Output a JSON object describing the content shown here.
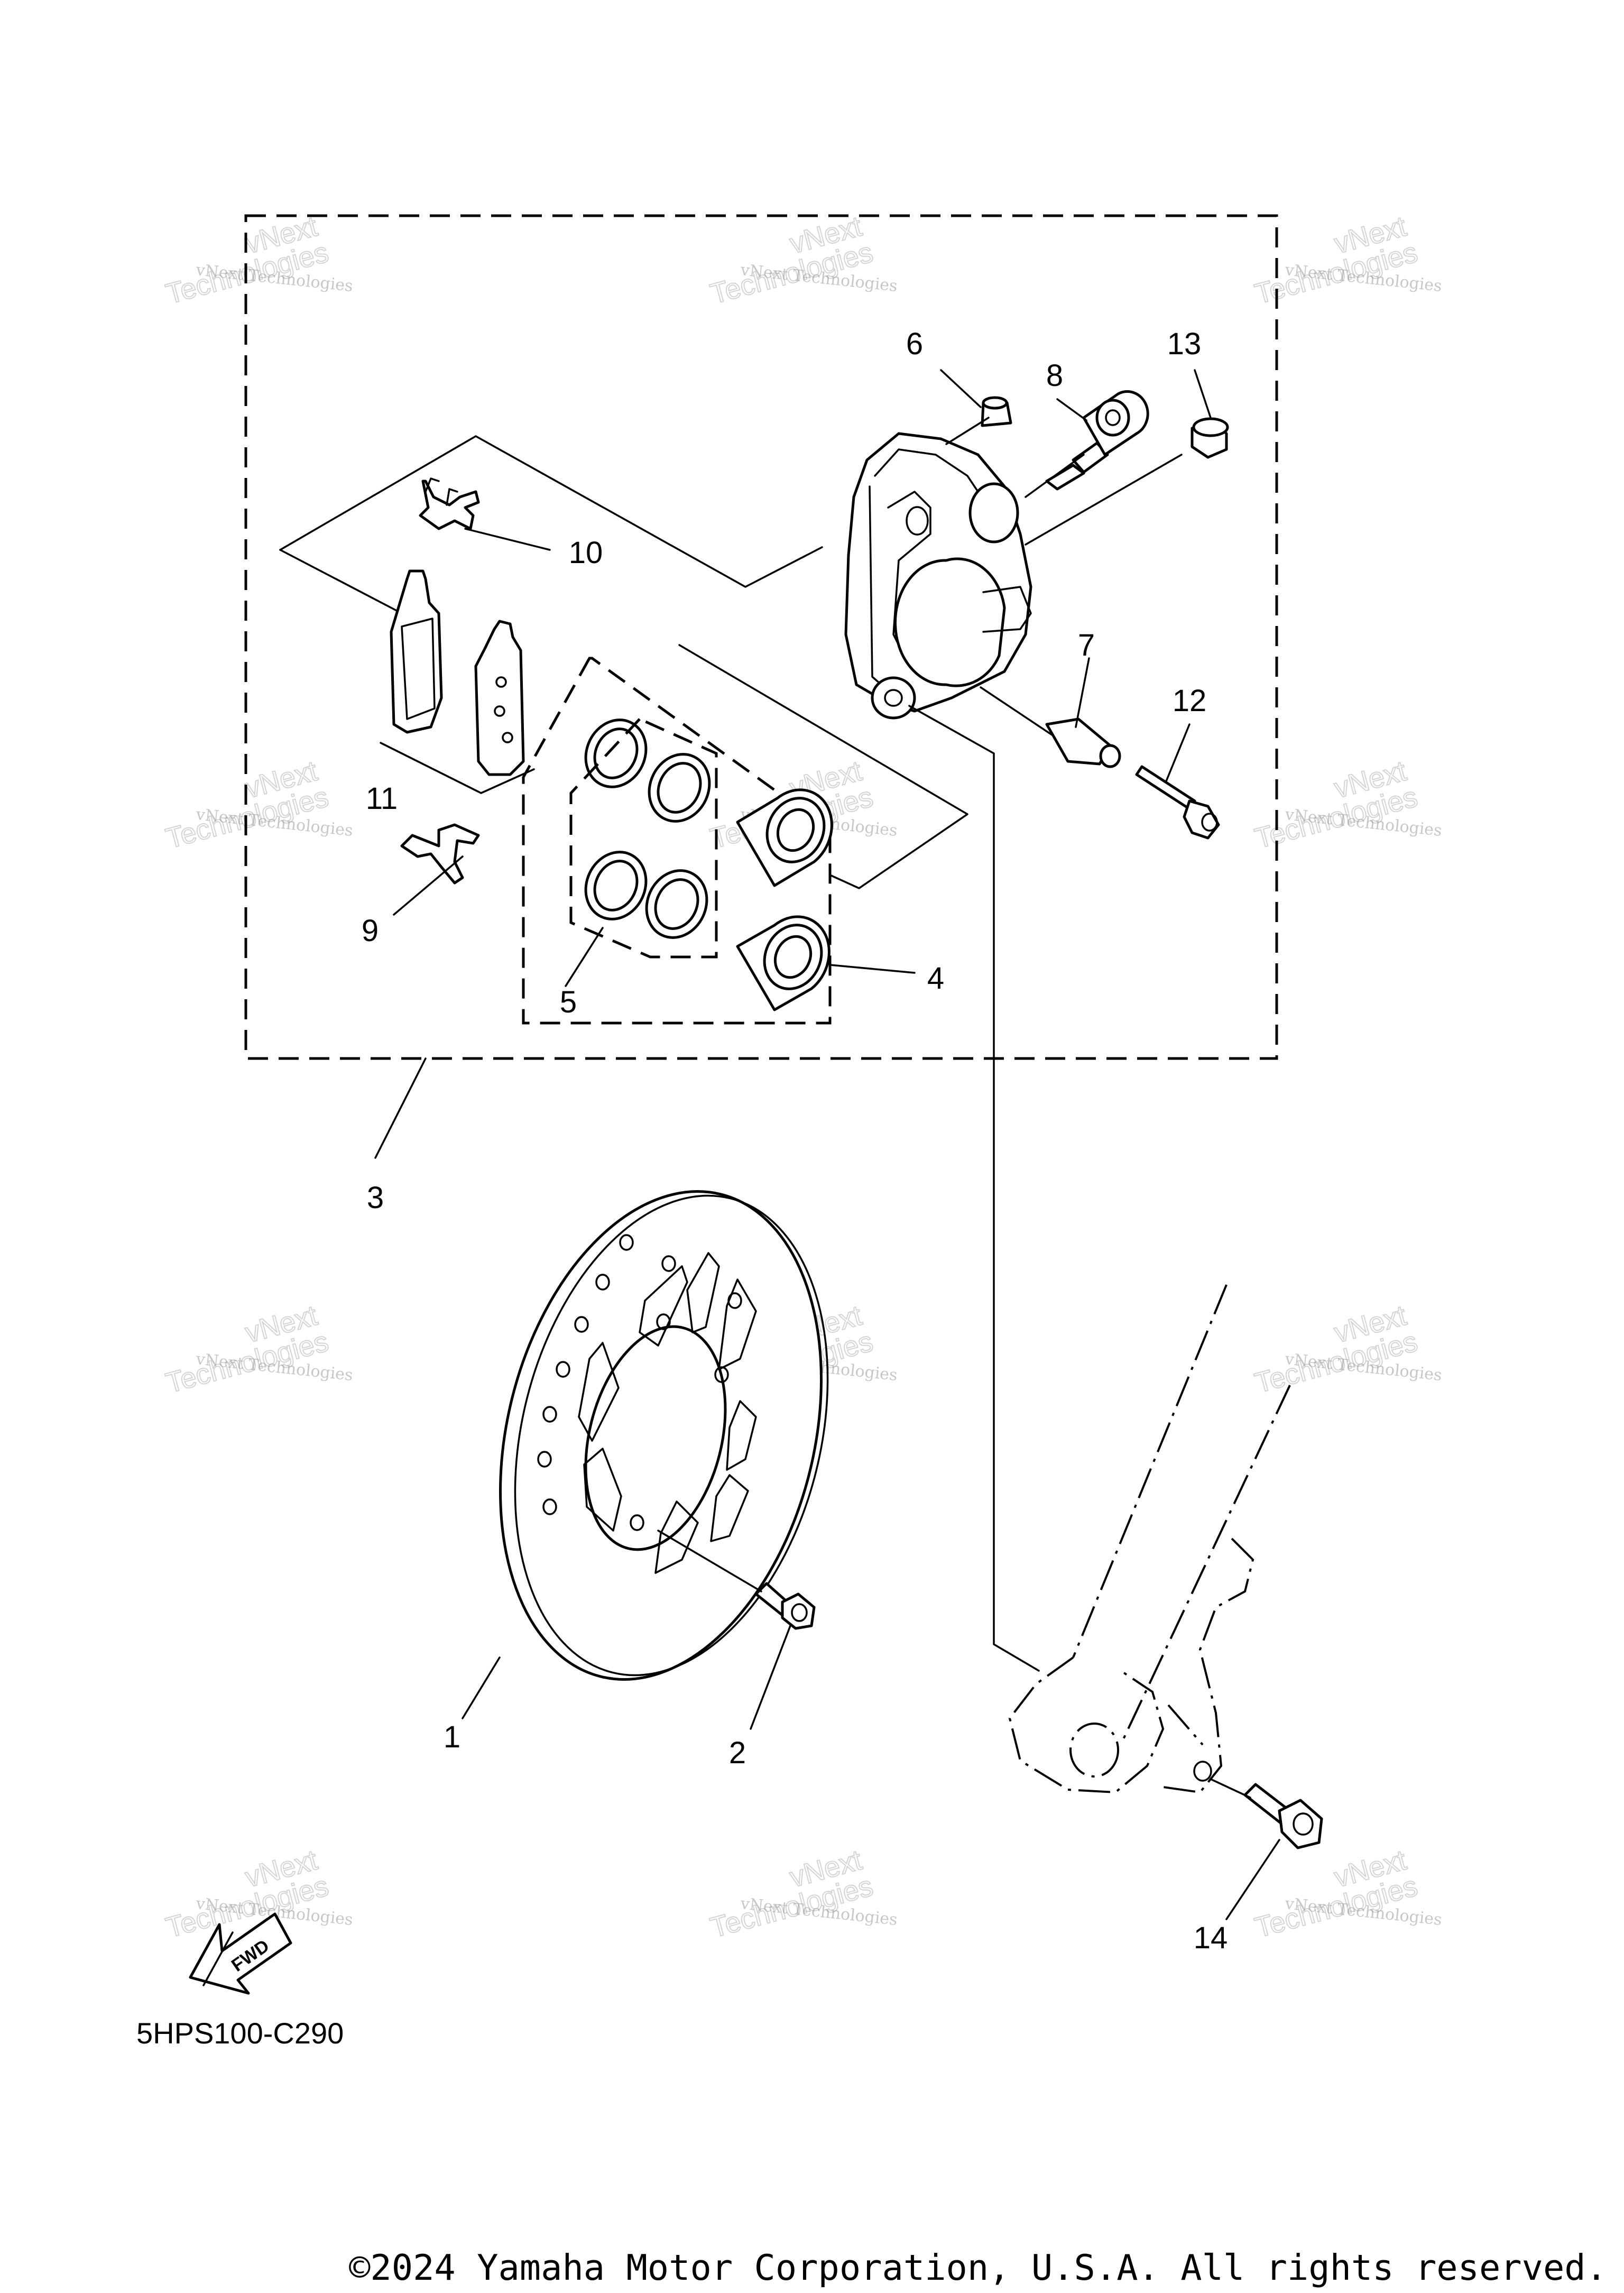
{
  "diagram": {
    "code": "5HPS100-C290",
    "copyright": "©2024 Yamaha Motor Corporation, U.S.A. All rights reserved.",
    "fwd_label": "FWD",
    "callouts": [
      "1",
      "2",
      "3",
      "4",
      "5",
      "6",
      "7",
      "8",
      "9",
      "10",
      "11",
      "12",
      "13",
      "14"
    ],
    "watermark": {
      "line1": "vNext Technologies",
      "line2": "vNext",
      "line3": "Technologies"
    }
  }
}
